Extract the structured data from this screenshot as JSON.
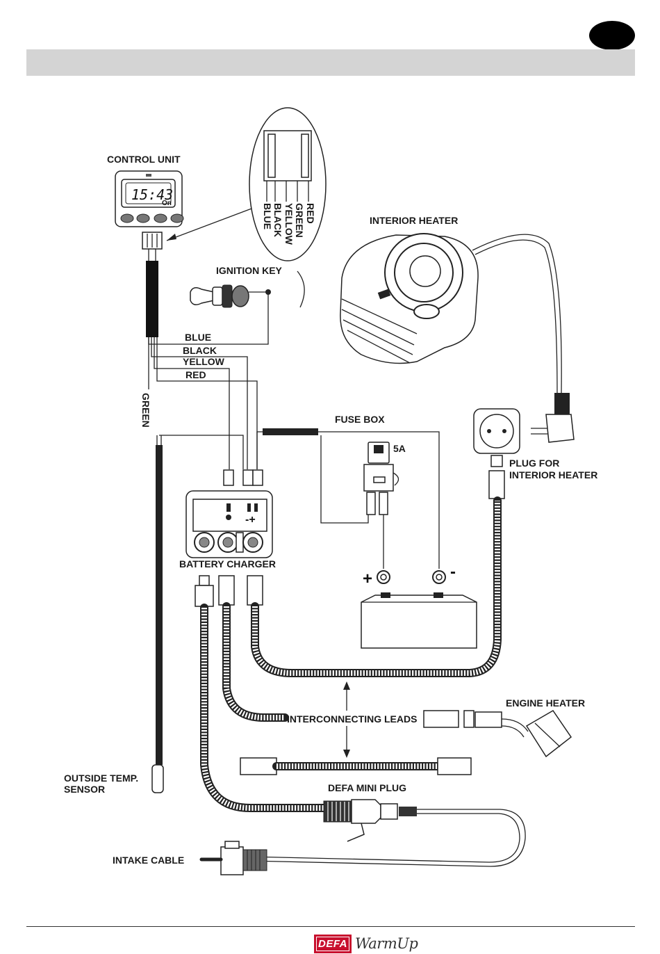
{
  "labels": {
    "control_unit": "CONTROL UNIT",
    "interior_heater": "INTERIOR HEATER",
    "ignition_key": "IGNITION KEY",
    "fuse_box": "FUSE BOX",
    "fuse_rating": "5A",
    "plug_for_interior_heater_1": "PLUG FOR",
    "plug_for_interior_heater_2": "INTERIOR HEATER",
    "battery_charger": "BATTERY CHARGER",
    "engine_heater": "ENGINE HEATER",
    "interconnecting_leads": "INTERCONNECTING LEADS",
    "outside_temp_sensor_1": "OUTSIDE TEMP.",
    "outside_temp_sensor_2": "SENSOR",
    "defa_mini_plug": "DEFA MINI PLUG",
    "intake_cable": "INTAKE CABLE",
    "plus": "+",
    "minus": "-"
  },
  "wires": {
    "blue": "BLUE",
    "black": "BLACK",
    "yellow": "YELLOW",
    "red": "RED",
    "green": "GREEN"
  },
  "connector_pins": [
    "RED",
    "GREEN",
    "YELLOW",
    "BLACK",
    "BLUE"
  ],
  "display": {
    "time": "15:43",
    "state": "On"
  },
  "logo": {
    "brand": "DEFA",
    "product": "WarmUp",
    "brand_color": "#c8102e"
  }
}
